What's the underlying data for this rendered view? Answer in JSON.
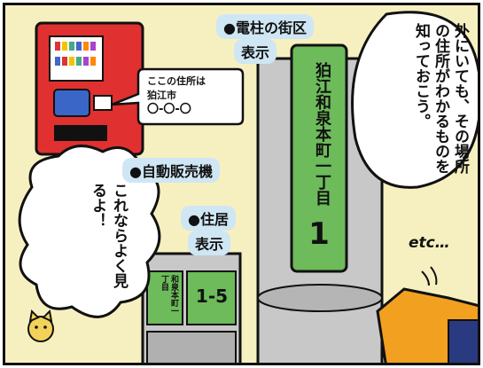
{
  "speech_bubble_text": "外にいても、その場所の住所がわかるものを知っておこう。",
  "thought_bubble_text": "これならよく見るよ！",
  "labels": {
    "utility_pole": [
      "●電柱の街区",
      "表示"
    ],
    "vending_machine": "●自動販売機",
    "residence": [
      "●住居",
      "表示"
    ]
  },
  "vending_sticker_text": [
    "ここの住所は",
    "狛江市",
    "〇-〇-〇"
  ],
  "pole_sign": {
    "text": "狛江和泉本町一丁目",
    "number": "1",
    "color": "#6dbb5a"
  },
  "house_plate": {
    "small": "和泉本町一丁目",
    "big": "1-5"
  },
  "etc_text": "etc…",
  "colors": {
    "background": "#f6f0c0",
    "vending": "#e03030",
    "pole": "#c8c8c8",
    "label_bg": "#cfe6f4"
  }
}
